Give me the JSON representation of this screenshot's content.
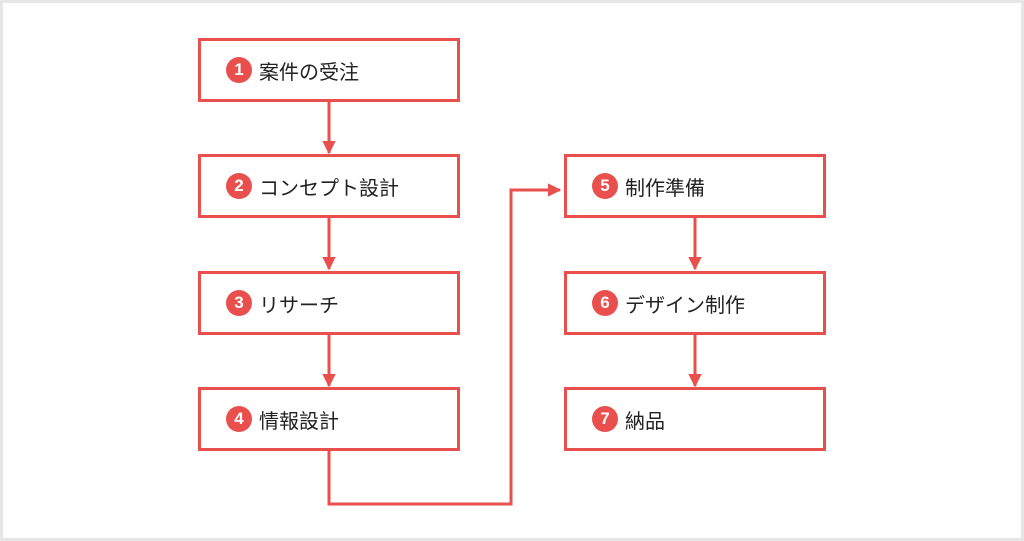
{
  "colors": {
    "accent": "#e9504d",
    "text": "#222222",
    "frame": "#e6e6e6"
  },
  "steps": [
    {
      "number": "1",
      "label": "案件の受注"
    },
    {
      "number": "2",
      "label": "コンセプト設計"
    },
    {
      "number": "3",
      "label": "リサーチ"
    },
    {
      "number": "4",
      "label": "情報設計"
    },
    {
      "number": "5",
      "label": "制作準備"
    },
    {
      "number": "6",
      "label": "デザイン制作"
    },
    {
      "number": "7",
      "label": "納品"
    }
  ]
}
